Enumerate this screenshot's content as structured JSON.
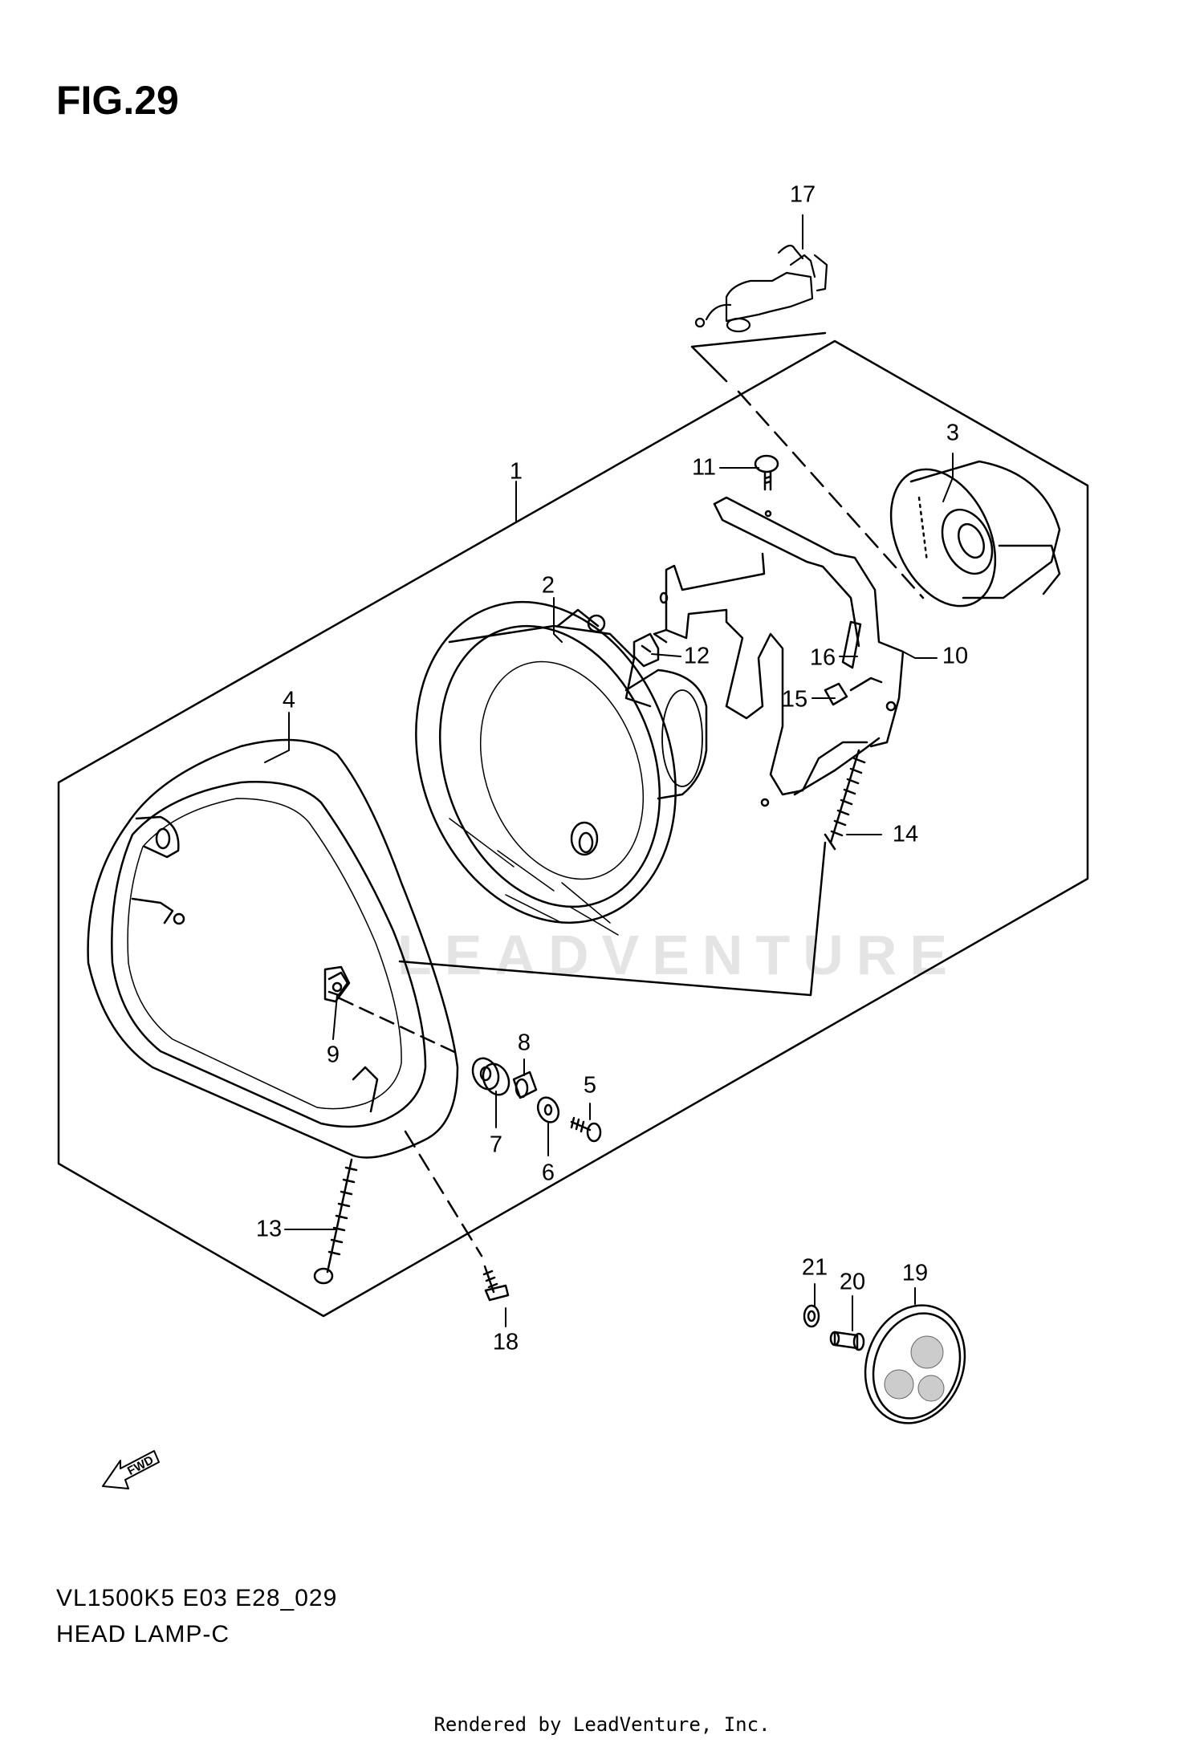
{
  "header": {
    "figure_label": "FIG.29"
  },
  "footer": {
    "model_code": "VL1500K5 E03 E28_029",
    "section_name": "HEAD LAMP-C",
    "rendered_by": "Rendered by LeadVenture, Inc."
  },
  "watermark": {
    "text": "LEADVENTURE"
  },
  "fwd_arrow": {
    "label": "FWD"
  },
  "callouts": {
    "c1": "1",
    "c2": "2",
    "c3": "3",
    "c4": "4",
    "c5": "5",
    "c6": "6",
    "c7": "7",
    "c8": "8",
    "c9": "9",
    "c10": "10",
    "c11": "11",
    "c12": "12",
    "c13": "13",
    "c14": "14",
    "c15": "15",
    "c16": "16",
    "c17": "17",
    "c18": "18",
    "c19": "19",
    "c20": "20",
    "c21": "21"
  }
}
